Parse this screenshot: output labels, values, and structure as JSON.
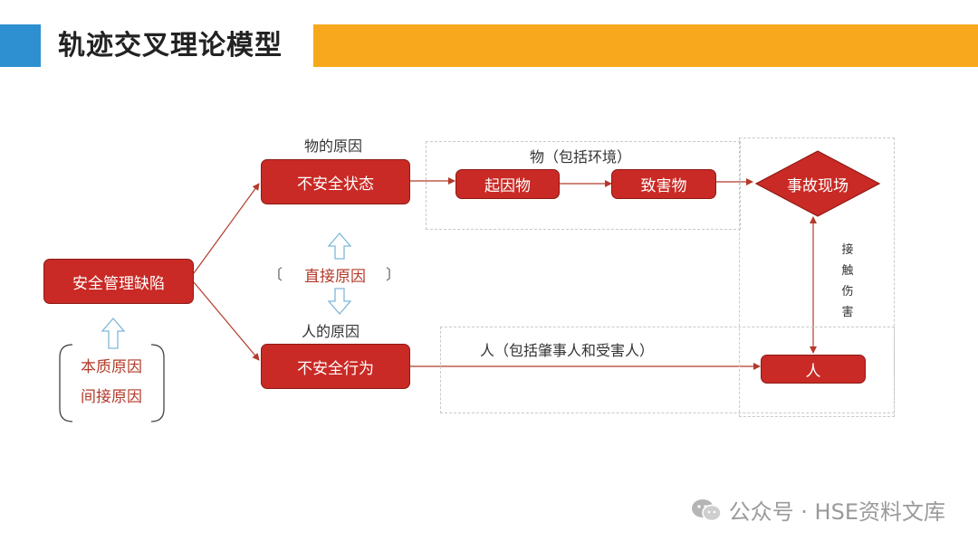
{
  "header": {
    "title": "轨迹交叉理论模型"
  },
  "nodes": {
    "root": "安全管理缺陷",
    "unsafe_state": "不安全状态",
    "unsafe_act": "不安全行为",
    "cause_object": "起因物",
    "harm_object": "致害物",
    "accident_site": "事故现场",
    "person": "人"
  },
  "labels": {
    "object_cause": "物的原因",
    "human_cause": "人的原因",
    "direct_cause": "直接原因",
    "essential_cause": "本质原因",
    "indirect_cause": "间接原因",
    "object_track": "物（包括环境）",
    "person_track": "人（包括肇事人和受害人）",
    "contact_harm": [
      "接",
      "触",
      "伤",
      "害"
    ],
    "bracket_left": "〔",
    "bracket_right": "〕"
  },
  "watermark": {
    "text": "公众号 · HSE资料文库"
  },
  "colors": {
    "accent_red": "#c92a25",
    "blue_bar": "#2e8fd1",
    "orange_bar": "#f8a81c"
  },
  "icons": [
    "up-arrow-outline-icon",
    "down-arrow-outline-icon",
    "wechat-icon"
  ]
}
